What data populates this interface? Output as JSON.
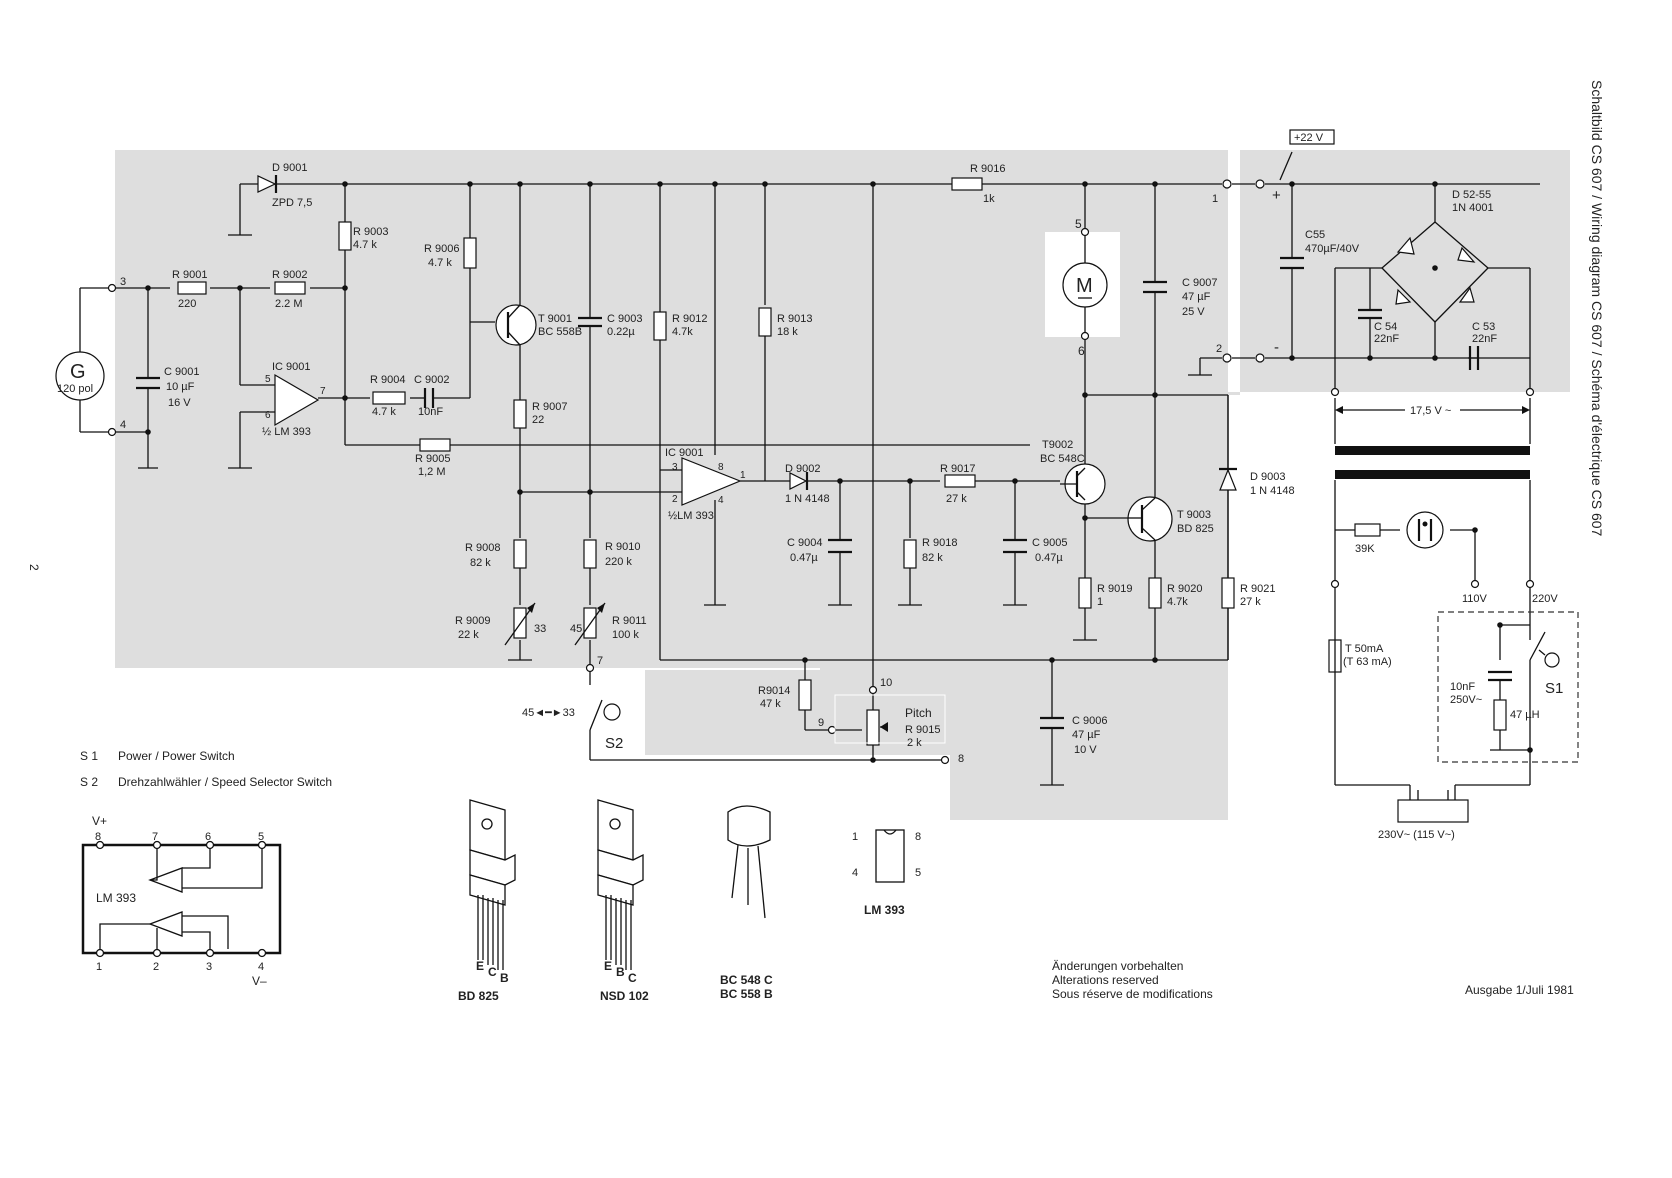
{
  "side_title": "Schaltbild CS 607 / Wiring diagram CS 607 / Schéma d'électrique CS 607",
  "page_number": "2",
  "components": {
    "d9001": "D 9001",
    "zpd": "ZPD 7,5",
    "r9001": "R 9001",
    "r9001v": "220",
    "r9002": "R 9002",
    "r9002v": "2.2 M",
    "r9003": "R 9003",
    "r9003v": "4.7 k",
    "r9006": "R 9006",
    "r9006v": "4.7 k",
    "gen": "G",
    "gen_v": "120 pol",
    "c9001": "C 9001",
    "c9001v1": "10 µF",
    "c9001v2": "16 V",
    "ic9001a": "IC 9001",
    "lm393_half_a": "½ LM 393",
    "r9004": "R 9004",
    "r9004v": "4.7 k",
    "c9002": "C 9002",
    "c9002v": "10nF",
    "r9005": "R 9005",
    "r9005v": "1,2 M",
    "t9001": "T 9001",
    "t9001v": "BC 558B",
    "c9003": "C 9003",
    "c9003v": "0.22µ",
    "r9012": "R 9012",
    "r9012v": "4.7k",
    "r9013": "R 9013",
    "r9013v": "18 k",
    "r9007": "R 9007",
    "r9007v": "22",
    "ic9001b": "IC 9001",
    "lm393_half_b": "½LM 393",
    "d9002": "D 9002",
    "d9002v": "1 N 4148",
    "r9017": "R 9017",
    "r9017v": "27 k",
    "c9004": "C 9004",
    "c9004v": "0.47µ",
    "r9018": "R 9018",
    "r9018v": "82 k",
    "c9005": "C 9005",
    "c9005v": "0.47µ",
    "r9008": "R 9008",
    "r9008v": "82 k",
    "r9010": "R 9010",
    "r9010v": "220 k",
    "r9009": "R 9009",
    "r9009v": "22 k",
    "r9011": "R 9011",
    "r9011v": "100 k",
    "t9002": "T9002",
    "t9002v": "BC 548C",
    "t9003": "T 9003",
    "t9003v": "BD 825",
    "r9019": "R 9019",
    "r9019v": "1",
    "r9020": "R 9020",
    "r9020v": "4.7k",
    "r9021": "R 9021",
    "r9021v": "27 k",
    "d9003": "D 9003",
    "d9003v": "1 N 4148",
    "r9016": "R 9016",
    "r9016v": "1k",
    "motor": "M",
    "c9007": "C 9007",
    "c9007v1": "47 µF",
    "c9007v2": "25 V",
    "r9014": "R9014",
    "r9014v": "47 k",
    "pitch": "Pitch",
    "r9015": "R 9015",
    "r9015v": "2 k",
    "c9006": "C 9006",
    "c9006v1": "47 µF",
    "c9006v2": "10 V",
    "s2": "S2",
    "s1": "S1",
    "sw45_33": "45◄━►33",
    "v22": "+22 V",
    "c55": "C55",
    "c55v": "470µF/40V",
    "d5255": "D 52-55",
    "d5255v": "1N 4001",
    "c54": "C 54",
    "c54v": "22nF",
    "c53": "C 53",
    "c53v": "22nF",
    "v175": "17,5 V ~",
    "r39k": "39K",
    "v110": "110V",
    "v220": "220V",
    "fuse": "T 50mA",
    "fuse2": "(T 63 mA)",
    "c10nf": "10nF",
    "c10nf_v": "250V~",
    "l47": "47 µH",
    "mains": "230V~ (115 V~)"
  },
  "pins": [
    "1",
    "2",
    "3",
    "4",
    "5",
    "6",
    "7",
    "8",
    "9",
    "10"
  ],
  "ic_pins_a": {
    "p5": "5",
    "p6": "6",
    "p7": "7"
  },
  "ic_pins_b": {
    "p3": "3",
    "p2": "2",
    "p8": "8",
    "p4": "4",
    "p1": "1"
  },
  "trim": {
    "t33": "33",
    "t45": "45"
  },
  "polarity": {
    "plus": "+",
    "minus": "-"
  },
  "legend": {
    "s1_key": "S  1",
    "s1_text": "Power / Power Switch",
    "s2_key": "S  2",
    "s2_text": "Drehzahlwähler / Speed Selector Switch"
  },
  "lm393_pinout": {
    "vplus": "V+",
    "vminus": "V–",
    "name": "LM 393",
    "p8": "8",
    "p7": "7",
    "p6": "6",
    "p5": "5",
    "p1": "1",
    "p2": "2",
    "p3": "3",
    "p4": "4"
  },
  "packages": {
    "bd825": "BD 825",
    "nsd102": "NSD 102",
    "bc548c": "BC 548 C",
    "bc558b": "BC 558 B",
    "lm393": "LM 393",
    "e": "E",
    "c": "C",
    "b": "B",
    "dip1": "1",
    "dip4": "4",
    "dip8": "8",
    "dip5": "5"
  },
  "notes": {
    "l1": "Änderungen vorbehalten",
    "l2": "Alterations reserved",
    "l3": "Sous réserve de modifications",
    "edition": "Ausgabe 1/Juli 1981"
  }
}
